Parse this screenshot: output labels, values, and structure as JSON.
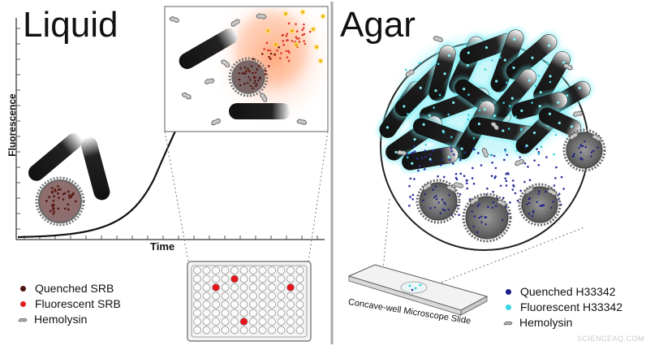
{
  "panels": {
    "left_title": "Liquid",
    "right_title": "Agar"
  },
  "axes": {
    "y_label": "Fluorescence",
    "x_label": "Time"
  },
  "slide": {
    "label": "Concave-well Microscope Slide"
  },
  "legend_left": [
    {
      "label": "Quenched SRB",
      "color": "#4a1410"
    },
    {
      "label": "Fluorescent SRB",
      "color": "#e02020"
    },
    {
      "label": "Hemolysin",
      "icon": "hemolysin-icon"
    }
  ],
  "legend_right": [
    {
      "label": "Quenched H33342",
      "color": "#1c1f8c"
    },
    {
      "label": "Fluorescent H33342",
      "color": "#39d6e0"
    },
    {
      "label": "Hemolysin",
      "icon": "hemolysin-icon"
    }
  ],
  "watermark": "SCIENCEAQ.COM",
  "colors": {
    "divider": "#a9a9a9",
    "glow_cyan": "#5ee6f0",
    "glow_orange": "#ff9a66",
    "well_red": "#e8141c"
  }
}
